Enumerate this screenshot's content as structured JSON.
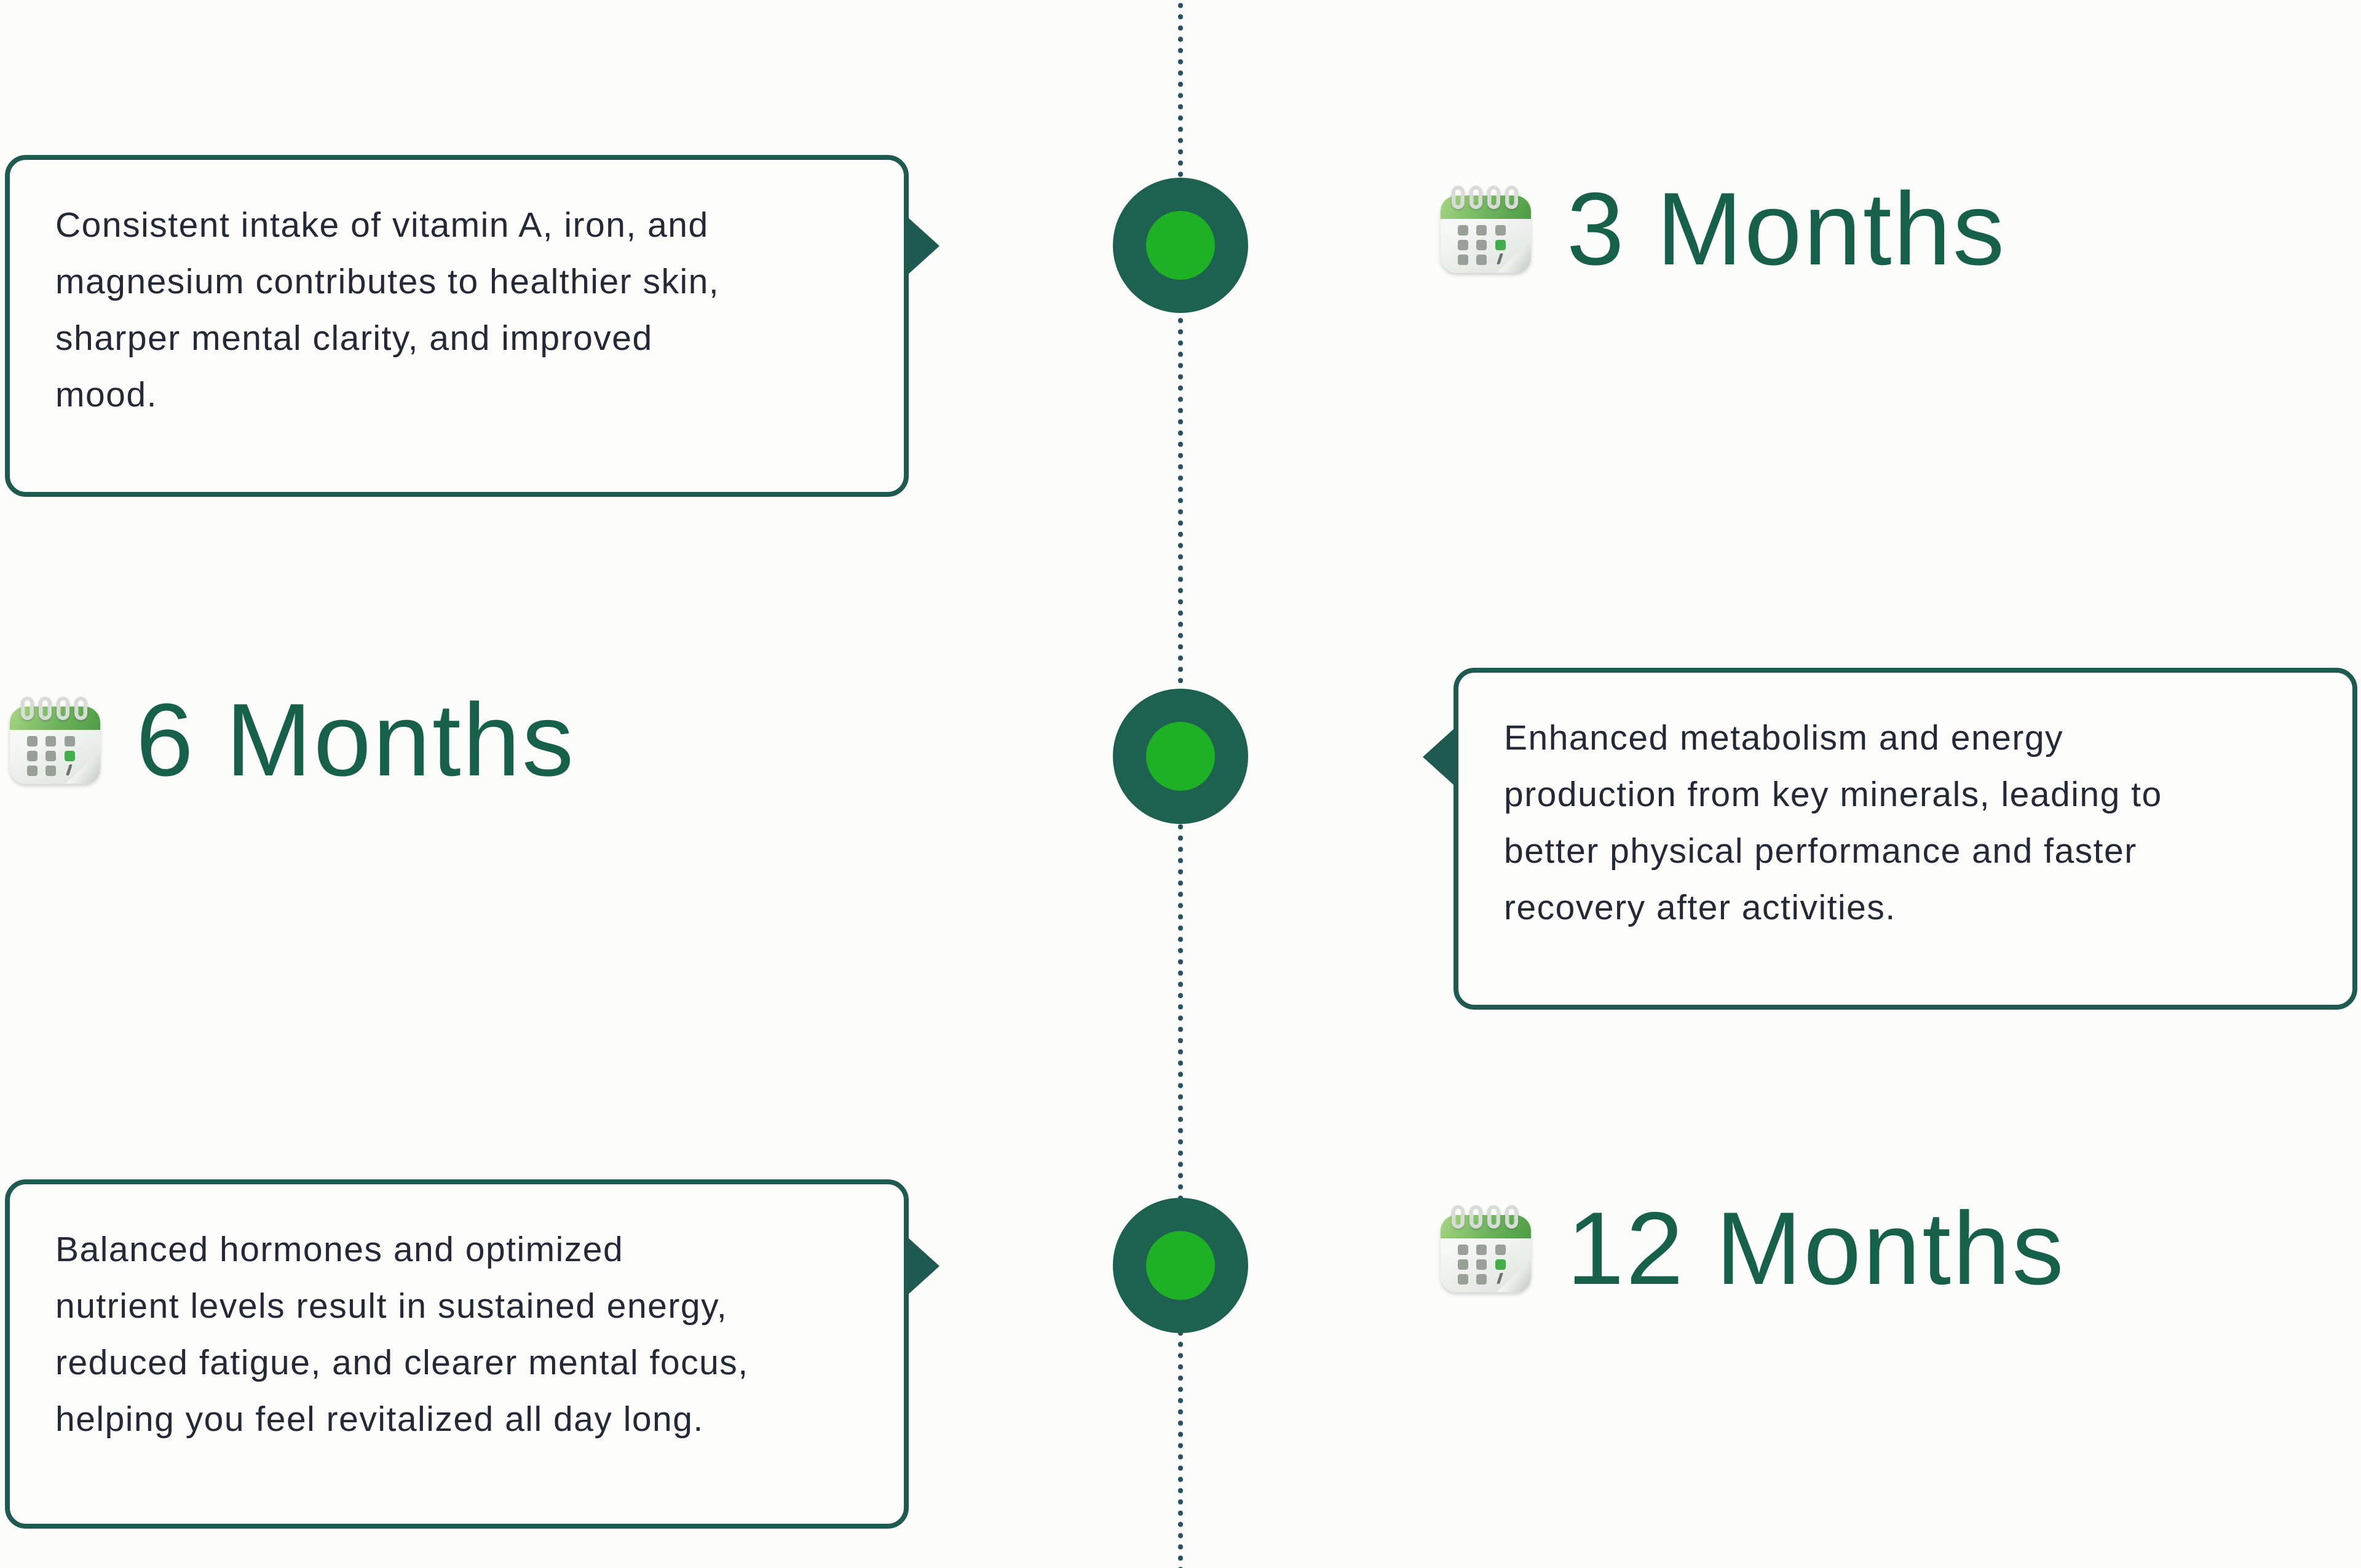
{
  "palette": {
    "background_color": "#fcfcfb",
    "dotted_line_color": "#2b5062",
    "node_ring_color": "#1d6151",
    "node_core_color": "#1fb125",
    "callout_border_color": "#1e5a50",
    "callout_background_color": "#fdfdfc",
    "heading_text_color": "#17614c",
    "body_text_color": "#232936",
    "calendar_icon_green": "#4f9c45"
  },
  "milestones": [
    {
      "label": "3 Months",
      "icon": "calendar-icon",
      "callout_side": "left",
      "description_lines": [
        "Consistent intake of vitamin A, iron, and",
        "magnesium contributes to healthier skin,",
        "sharper mental clarity, and improved",
        "mood."
      ]
    },
    {
      "label": "6 Months",
      "icon": "calendar-icon",
      "callout_side": "right",
      "description_lines": [
        "Enhanced metabolism and energy",
        "production from key minerals, leading to",
        "better physical performance and faster",
        "recovery after activities."
      ]
    },
    {
      "label": "12 Months",
      "icon": "calendar-icon",
      "callout_side": "left",
      "description_lines": [
        "Balanced hormones and optimized",
        "nutrient levels result in sustained energy,",
        "reduced fatigue, and clearer mental focus,",
        "helping you feel revitalized all day long."
      ]
    }
  ]
}
